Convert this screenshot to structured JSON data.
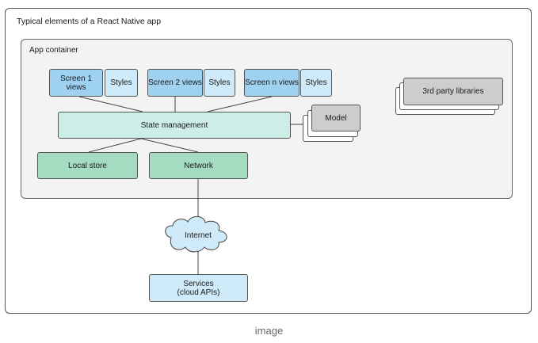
{
  "title": "Typical elements of a React Native app",
  "container_label": "App container",
  "screens": [
    {
      "label": "Screen 1 views",
      "styles": "Styles"
    },
    {
      "label": "Screen 2 views",
      "styles": "Styles"
    },
    {
      "label": "Screen n views",
      "styles": "Styles"
    }
  ],
  "state_management": "State management",
  "model": "Model",
  "third_party": "3rd party libraries",
  "local_store": "Local store",
  "network": "Network",
  "internet": "Internet",
  "services": "Services\n(cloud APIs)",
  "caption": "image",
  "colors": {
    "screen_views": "#9fd2f0",
    "styles": "#cfeaf8",
    "state_management": "#cdeee6",
    "store_network": "#a5dcc1",
    "model_libraries": "#cdcdcd",
    "container_bg": "#f3f3f3"
  }
}
